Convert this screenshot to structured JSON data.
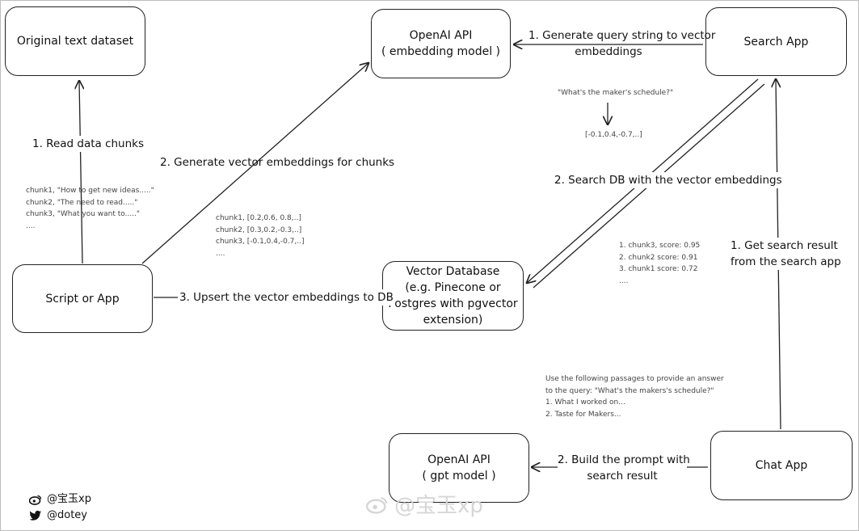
{
  "nodes": {
    "original_dataset": [
      "Original text dataset"
    ],
    "openai_embedding": [
      "OpenAI API",
      "( embedding model )"
    ],
    "search_app": [
      "Search App"
    ],
    "script_app": [
      "Script or App"
    ],
    "vector_db": [
      "Vector Database",
      "(e.g. Pinecone or",
      "Postgres with pgvector",
      "extension)"
    ],
    "openai_gpt": [
      "OpenAI API",
      "( gpt model )"
    ],
    "chat_app": [
      "Chat App"
    ]
  },
  "edge_labels": {
    "read_chunks": [
      "1. Read data chunks"
    ],
    "gen_embeddings": [
      "2. Generate vector embeddings for chunks"
    ],
    "upsert": [
      "3. Upsert the vector embeddings  to DB"
    ],
    "gen_query": [
      "1. Generate query string to vector",
      "embeddings"
    ],
    "search_db": [
      "2. Search DB with the vector embeddings"
    ],
    "get_result": [
      "1. Get search result",
      "from the search app"
    ],
    "build_prompt": [
      "2. Build the prompt with",
      "search result"
    ]
  },
  "notes": {
    "chunks_text": [
      "chunk1, \"How to get new ideas.....\"",
      "chunk2, \"The need to read.....\"",
      "chunk3, \"What you want to.....\"",
      "...."
    ],
    "chunk_vectors": [
      "chunk1, [0.2,0.6, 0.8,..]",
      "chunk2, [0.3,0.2,-0.3,..]",
      "chunk3, [-0.1,0.4,-0.7,..]",
      "...."
    ],
    "query": "\"What's the maker's schedule?\"",
    "query_vector": "[-0.1,0.4,-0.7,..]",
    "scores": [
      "1. chunk3, score: 0.95",
      "2. chunk2 score: 0.91",
      "3. chunk1 score: 0.72",
      "...."
    ],
    "prompt": [
      "Use the following passages to provide an answer",
      "to the query: \"What's the makers's schedule?\"",
      "1. What I worked on...",
      "2. Taste for Makers..."
    ]
  },
  "credits": {
    "weibo_handle": "@宝玉xp",
    "twitter_handle": "@dotey"
  },
  "watermark": "@宝玉xp",
  "icons": [
    "weibo-icon",
    "twitter-icon"
  ]
}
